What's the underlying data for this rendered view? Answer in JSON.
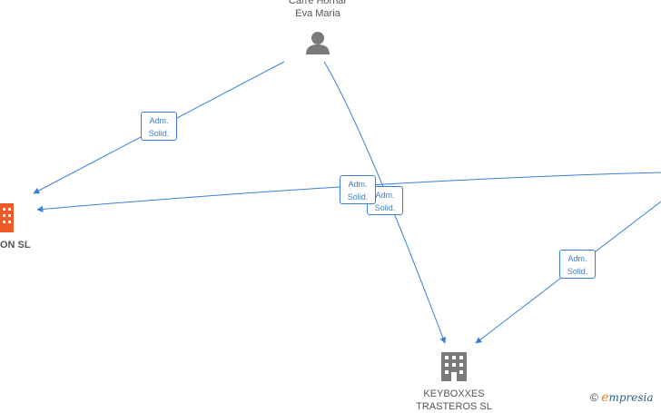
{
  "colors": {
    "edge": "#3b7fd4",
    "company_highlight": "#f05a28",
    "company_default": "#7a7a7a",
    "person": "#7a7a7a"
  },
  "nodes": {
    "person": {
      "name_line1": "Carre Horhar",
      "name_line2": "Eva Maria",
      "icon": "person-icon"
    },
    "company_left": {
      "name": "ON  SL",
      "icon": "building-icon"
    },
    "company_bottom": {
      "name_line1": "KEYBOXXES",
      "name_line2": "TRASTEROS  SL",
      "icon": "building-icon"
    }
  },
  "edges": [
    {
      "id": "e1",
      "label_line1": "Adm.",
      "label_line2": "Solid."
    },
    {
      "id": "e2",
      "label_line1": "Adm.",
      "label_line2": "Solid."
    },
    {
      "id": "e3",
      "label_line1": "Adm.",
      "label_line2": "Solid."
    },
    {
      "id": "e4",
      "label_line1": "Adm.",
      "label_line2": "Solid."
    }
  ],
  "watermark": {
    "copyright": "©",
    "brand_initial": "e",
    "brand_rest": "mpresia"
  }
}
